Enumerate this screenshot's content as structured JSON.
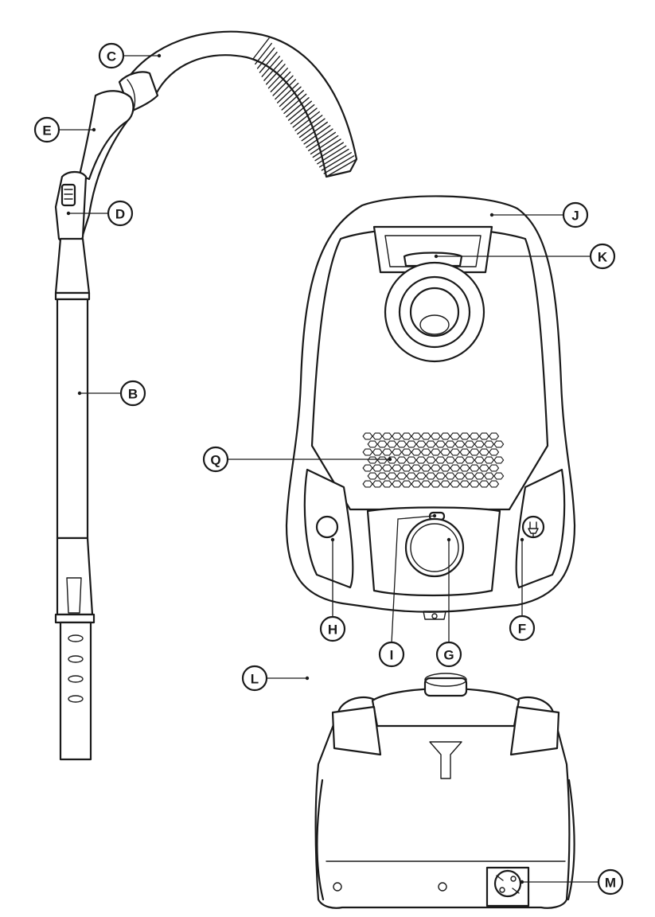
{
  "callouts": {
    "C": "C",
    "E": "E",
    "D": "D",
    "B": "B",
    "J": "J",
    "K": "K",
    "Q": "Q",
    "H": "H",
    "I": "I",
    "G": "G",
    "F": "F",
    "L": "L",
    "M": "M"
  },
  "colors": {
    "line": "#1a1a1a",
    "background": "#ffffff"
  }
}
